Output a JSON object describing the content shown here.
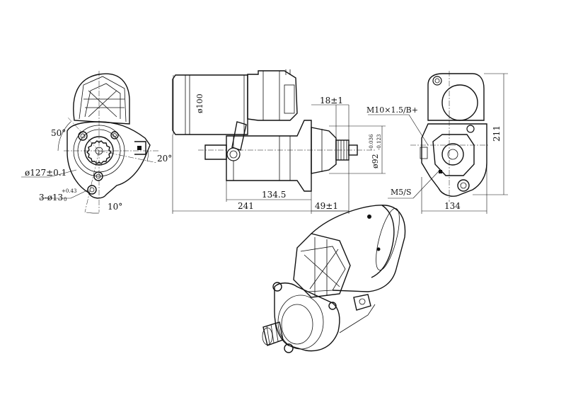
{
  "drawing": {
    "front_view": {
      "angle_top": "50°",
      "angle_right": "20°",
      "angle_bottom": "10°",
      "flange_diameter": "ø127±0.1",
      "holes": "3-ø13",
      "holes_tol_upper": "+0.43",
      "holes_tol_lower": "0"
    },
    "side_view": {
      "motor_diameter": "ø100",
      "pinion_offset": "18±1",
      "pilot_diameter": "ø92",
      "pilot_tol_upper": "-0.036",
      "pilot_tol_lower": "-0.123",
      "length_mid": "134.5",
      "length_total": "241",
      "length_nose": "49±1"
    },
    "rear_view": {
      "terminal_b": "M10×1.5/B+",
      "terminal_s": "M5/S",
      "width": "134",
      "height": "211"
    }
  },
  "colors": {
    "line": "#111111",
    "background": "#ffffff"
  }
}
